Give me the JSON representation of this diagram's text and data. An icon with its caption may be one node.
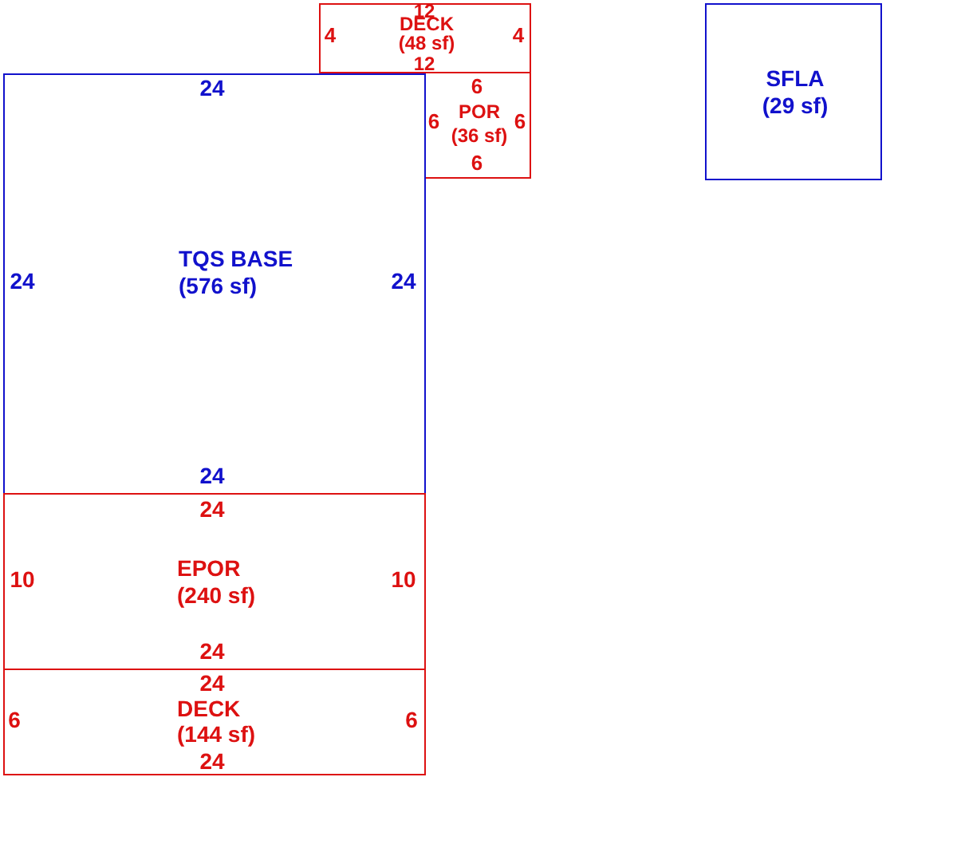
{
  "diagram": {
    "nodes": [
      {
        "text": [
          "DECK",
          "(48 sf)"
        ]
      },
      {
        "text": [
          "POR",
          "(36 sf)"
        ]
      },
      {
        "text": [
          "SFLA",
          "(29 sf)"
        ]
      },
      {
        "text": [
          "TQS BASE",
          "(576 sf)"
        ]
      },
      {
        "text": [
          "EPOR",
          "(240 sf)"
        ]
      },
      {
        "text": [
          "DECK",
          "(144 sf)"
        ]
      }
    ],
    "labels": [
      "12",
      "4",
      "4",
      "12",
      "6",
      "6",
      "6",
      "6",
      "24",
      "24",
      "24",
      "24",
      "24",
      "10",
      "10",
      "24",
      "24",
      "6",
      "6",
      "24"
    ]
  }
}
